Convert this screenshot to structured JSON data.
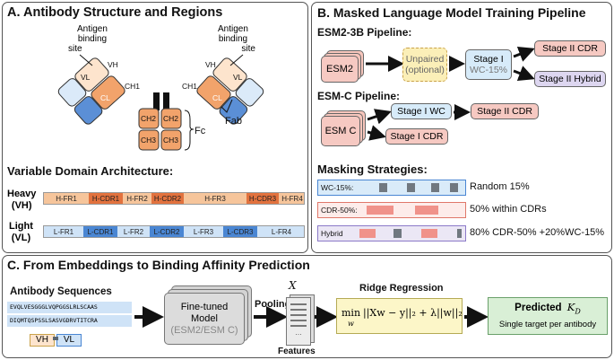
{
  "panelA": {
    "title": "A. Antibody Structure and Regions",
    "antigen_left": [
      "Antigen",
      "binding",
      "site"
    ],
    "antigen_right": [
      "Antigen",
      "binding",
      "site"
    ],
    "domains": {
      "vh": "VH",
      "vl": "VL",
      "ch1": "CH1",
      "cl": "CL",
      "ch2": "CH2",
      "ch3": "CH3"
    },
    "fab": "Fab",
    "fc": "Fc",
    "vda_title": "Variable Domain Architecture:",
    "heavy_label": [
      "Heavy",
      "(VH)"
    ],
    "light_label": [
      "Light",
      "(VL)"
    ],
    "heavy_segments": [
      "H-FR1",
      "H-CDR1",
      "H-FR2",
      "H-CDR2",
      "H-FR3",
      "H-CDR3",
      "H-FR4"
    ],
    "light_segments": [
      "L-FR1",
      "L-CDR1",
      "L-FR2",
      "L-CDR2",
      "L-FR3",
      "L-CDR3",
      "L-FR4"
    ]
  },
  "panelB": {
    "title": "B. Masked Language Model Training Pipeline",
    "esm2_title": "ESM2-3B Pipeline:",
    "esm2": "ESM2",
    "unpaired": [
      "Unpaired",
      "(optional)"
    ],
    "stage1_a": "Stage I",
    "stage1_b": "WC-15%",
    "stage2_cdr": "Stage II CDR",
    "stage2_hybrid": "Stage II Hybrid",
    "esmc_title": "ESM-C Pipeline:",
    "esmc": "ESM C",
    "stage1_wc": "Stage I WC",
    "stage1_cdr": "Stage I CDR",
    "stage2_cdr_c": "Stage II CDR",
    "masking_title": "Masking Strategies:",
    "strategies": [
      {
        "tag": "WC-15%:",
        "desc": "Random 15%"
      },
      {
        "tag": "CDR-50%:",
        "desc": "50% within CDRs"
      },
      {
        "tag": "Hybrid",
        "desc": "80% CDR-50% +20%WC-15%"
      }
    ]
  },
  "panelC": {
    "title": "C. From Embeddings to Binding Affinity Prediction",
    "seq_title": "Antibody Sequences",
    "seq1": "EVQLVESGGGLVQPGGSLRLSCAAS",
    "seq2": "DIQMTQSPSSLSASVGDRVTITCRA",
    "vh": "VH",
    "vl": "VL",
    "model": [
      "Fine-tuned",
      "Model"
    ],
    "model_sub": "(ESM2/ESM C)",
    "pooling": "Pooling",
    "x_label": "X",
    "features": "Features",
    "ridge": "Ridge Regression",
    "predicted": "Predicted",
    "kd": "K",
    "kd_sub": "D",
    "single": "Single target per antibody"
  },
  "colors": {
    "orange": "#f2a36b",
    "orange_dark": "#e2723e",
    "blue_light": "#cfe3f7",
    "blue_mid": "#8fb9e8",
    "blue_dark": "#4a86d3",
    "pink": "#f6c9c2",
    "purple": "#ddd6f0",
    "yellow": "#fdf5c4",
    "green": "#d9efd6",
    "gray": "#d9d9d9"
  }
}
